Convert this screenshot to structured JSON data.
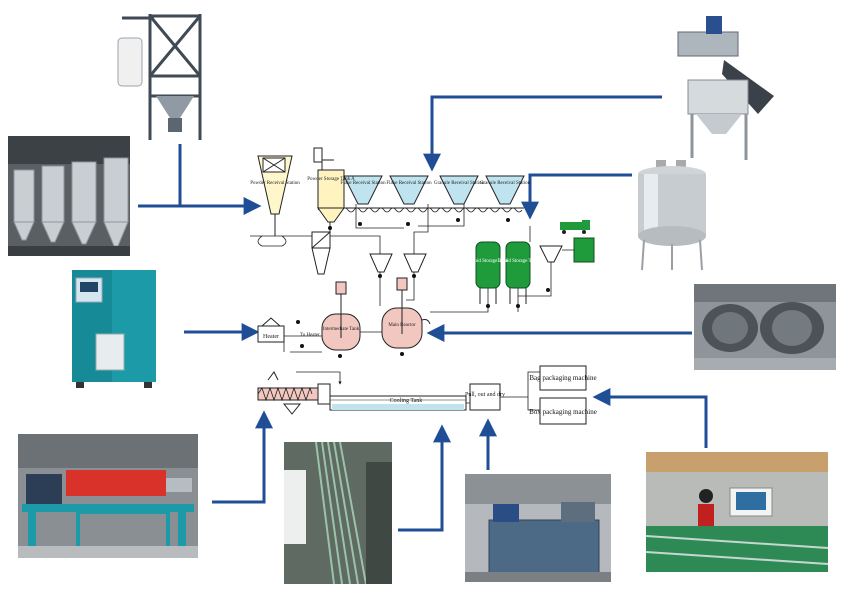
{
  "diagram": {
    "stations": {
      "powder_receiving": "Powder Receival Station",
      "powder_storage": "Powder Storage Tank A",
      "flake_1": "Flake Receival Station",
      "flake_2": "Flake Receival Station",
      "granule_1": "Granule Receival Station",
      "granule_2": "Granule Receival Station",
      "liquid_1": "Liquid Storage Tank",
      "liquid_2": "Liquid Storage Tank",
      "intermediate_tank": "Intermediate Tank",
      "main_reactor": "Main Reactor",
      "heater": "Heater",
      "to_heater": "To Heater",
      "cooling_tank": "Cooling Tank",
      "pull_out_dry": "Pull, out and dry",
      "bag_packaging": "Bag packaging machine",
      "box_packaging": "Box packaging machine"
    },
    "colors": {
      "arrow": "#1f4e96",
      "hopper": "#bfe4f0",
      "powder_tank": "#fff3c0",
      "liquid_tank": "#1f9b3c",
      "reactor": "#f2c7c0"
    }
  }
}
